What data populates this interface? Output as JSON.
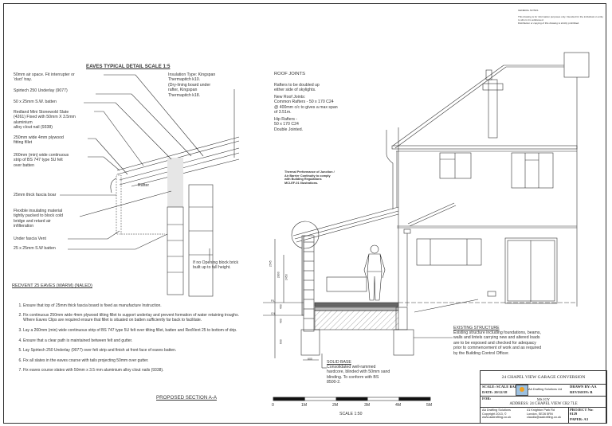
{
  "general_notes": {
    "title": "GENERAL NOTES",
    "intro": "This drawing is for information purposes only. Intended for the individual or entity to whom it is addressed.\nDistribution or copying of this drawing is strictly prohibited."
  },
  "eaves": {
    "title": "EAVES TYPICAL DETAIL SCALE 1:5",
    "labels": [
      "50mm air space. Fit interrupter or\n'duct' tray.",
      "Spirtech 250 Underlay (9077)",
      "50 x 25mm S.W. batten",
      "Redland Mini Stonewold Slate\n(4261) Fixed with 50mm X 3.5mm\naluminium\nalloy clout nail (9338)",
      "250mm wide 4mm plywood\nfitting fillet",
      "260mm (min) wide continuous\nstrip of BS 747 type 5U felt\nover batten",
      "25mm thick fascia boar",
      "Flexible insulating material\ntightly packed to block cold\nbridge and retard air\ninfilteration",
      "Under fascia Vent",
      "25 x 25mm S.W batten"
    ],
    "insulation": "Insulation Type: Kingspan\nThermapitch k10.\n(Dry-lining board under\nrafter, Kingspan\nThermapitch k18.",
    "rafter": "Rafter",
    "opening_note": "If no Opening block brick\nbuilt up to full height."
  },
  "redvent": {
    "title": "REDVENT 25 EAVES (WARM) (NALED)",
    "items": [
      "Ensure that top of 25mm thick fascia board is fixed as manufacture Instruction.",
      "Fix continuous 250mm wide 4mm plywood tilting fillet to support underlay and prevent formation of water retaining troughs. Where Eaves Clips are required ensure that fillet is situated on batten sufficiently far back to facilitate.",
      "Lay a 260mm (min) wide continuous strip of BS 747 type 5U felt over tilting fillet, batten and RedVent 25 to bottom of drip.",
      "Ensure that a clear path is maintained between felt and gutter.",
      "Lay Spirtech 250 Underlay (9077) over felt strip and finish at front face of eaves batten.",
      "Fix all slates in the eaves course with tails projecting 50mm over gutter.",
      "Fix eaves course slates with 50mm x 3.5 mm aluminium alloy clout nails (9338)."
    ]
  },
  "roof_joints": {
    "title": "ROOF JOINTS",
    "text": "Rafters to be doubled up\neither side of skylights.",
    "new_joints": "New Roof Joints:\nCommon Rafters - 50 x 170 C24\n@ 400mm c/c to gives a max span\nof 3.51m.",
    "hip": "Hip Rafters -\n50 x 170 C24\nDouble Jointed."
  },
  "thermal_note": "Thermal Performance of Junction /\nAir Barrier Continuity to comply\nwith Building Regulations\nMCI-EF-01 Illustrations.",
  "section": {
    "dims": [
      "2545",
      "2800",
      "2450",
      "450",
      "400",
      "600",
      "600"
    ],
    "levels": [
      "F/L",
      "G/L"
    ],
    "title": "PROPOSED SECTION A-A",
    "solid_base_title": "SOLID BASE",
    "solid_base_text": "Consolidated well-rammed\nhardcore, blinded with 50mm sand\nblinding. To conform with BS\n8500-2."
  },
  "existing": {
    "title": "EXISTING STRUCTURE",
    "text": "Existing structure including foundations, beams,\nwalls and lintels carrying new and altered loads\nare to be exposed and checked for adequacy\nprior to commencement of work and as required\nby the Building Control Officer."
  },
  "scale_bar": {
    "ticks": [
      "0",
      "1M",
      "2M",
      "3M",
      "4M",
      "5M"
    ],
    "label": "SCALE 1:50"
  },
  "title_block": {
    "project": "24 CHAPEL VIEW GARAGE CONVERSION",
    "scale": "SCALE: SCALE BAR",
    "date": "DATE: 20/12/18",
    "company": "AA Drafting Solutions Ltd",
    "drawn_by": "DRAWN BY: AA",
    "revision": "REVISION: B",
    "for_label": "FOR:",
    "client": "MS JOY",
    "address": "ADDRESS: 24 CHAPEL VIEW CR2 7LE",
    "footer_company": "AA Drafting Solutions\nCopyright 2013, ©\nwww.aadrafting.co.uk",
    "footer_address": "41 Knighton Park Rd\nLondon, SE26 5RN\nclaudia@aadrafting.co.uk",
    "project_no": "PROJECT No:\n0129",
    "paper": "PAPER: A3"
  }
}
